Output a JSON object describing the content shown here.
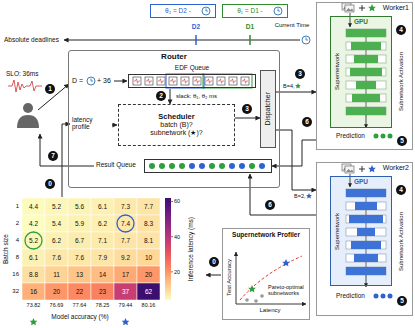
{
  "diagram": {
    "nodes": [
      {
        "text": [
          "θ₂ = D2 -"
        ]
      },
      {
        "text": [
          "θ₁ = D1 -"
        ]
      },
      {
        "text": [
          "Router"
        ]
      },
      {
        "text": [
          "EDF Queue"
        ],
        "in": 2
      },
      {
        "text": [
          "Scheduler",
          "batch (B)?",
          "subnetwork (★)?"
        ],
        "in": 2
      },
      {
        "text": [
          "Dispatcher"
        ],
        "in": 2
      },
      {
        "text": [
          "Result Queue"
        ],
        "in": 2
      },
      {
        "text": [
          "Worker1"
        ]
      },
      {
        "text": [
          "GPU"
        ],
        "in": 7
      },
      {
        "text": [
          "Worker2"
        ]
      },
      {
        "text": [
          "GPU"
        ],
        "in": 9
      },
      {
        "text": [
          "Supernetwork Profiler"
        ]
      }
    ],
    "edges": [
      {
        "from": 3,
        "to": 4,
        "arrow": "to"
      },
      {
        "from": 4,
        "to": 5,
        "arrow": "to"
      },
      {
        "from": 5,
        "to": 7,
        "label": "B=4,",
        "arrow": "to"
      },
      {
        "from": 5,
        "to": 9,
        "label": "B=2,",
        "arrow": "to"
      },
      {
        "from": 7,
        "to": 6,
        "arrow": "to"
      },
      {
        "from": 9,
        "to": 6,
        "arrow": "to"
      }
    ],
    "labels": [
      "Absolute deadlines",
      "D2",
      "D1",
      "Current Time",
      "SLO: 36ms",
      "1",
      "D =",
      "+ 36",
      "slack: θ₁, θ₂ ms",
      "2",
      "latency profile",
      "3",
      "3",
      "7",
      "0",
      "6",
      "6",
      "Supernetwork",
      "Subnetwork Activation",
      "4",
      "Prediction",
      "5",
      "Supernetwork",
      "Subnetwork Activation",
      "4",
      "Prediction",
      "5",
      "0",
      "Test Accuracy",
      "Latency",
      "Pareto-optimal subnetworks",
      "Batch size",
      "1",
      "2",
      "4",
      "8",
      "16",
      "32",
      "4.4",
      "5.2",
      "5.6",
      "6.1",
      "7.3",
      "7.7",
      "4.2",
      "5.4",
      "5.9",
      "6.2",
      "7.4",
      "8.3",
      "5.2",
      "6.2",
      "6.7",
      "7.1",
      "7.7",
      "8.1",
      "6.1",
      "7.6",
      "7.6",
      "7.9",
      "9.2",
      "10",
      "8.8",
      "11",
      "13",
      "14",
      "17",
      "20",
      "16",
      "20",
      "22",
      "23",
      "37",
      "62",
      "73.82",
      "76.69",
      "77.64",
      "78.25",
      "79.44",
      "80.16",
      "Model accuracy (%)",
      "60",
      "40",
      "20",
      "Inference latency (ms)"
    ]
  }
}
